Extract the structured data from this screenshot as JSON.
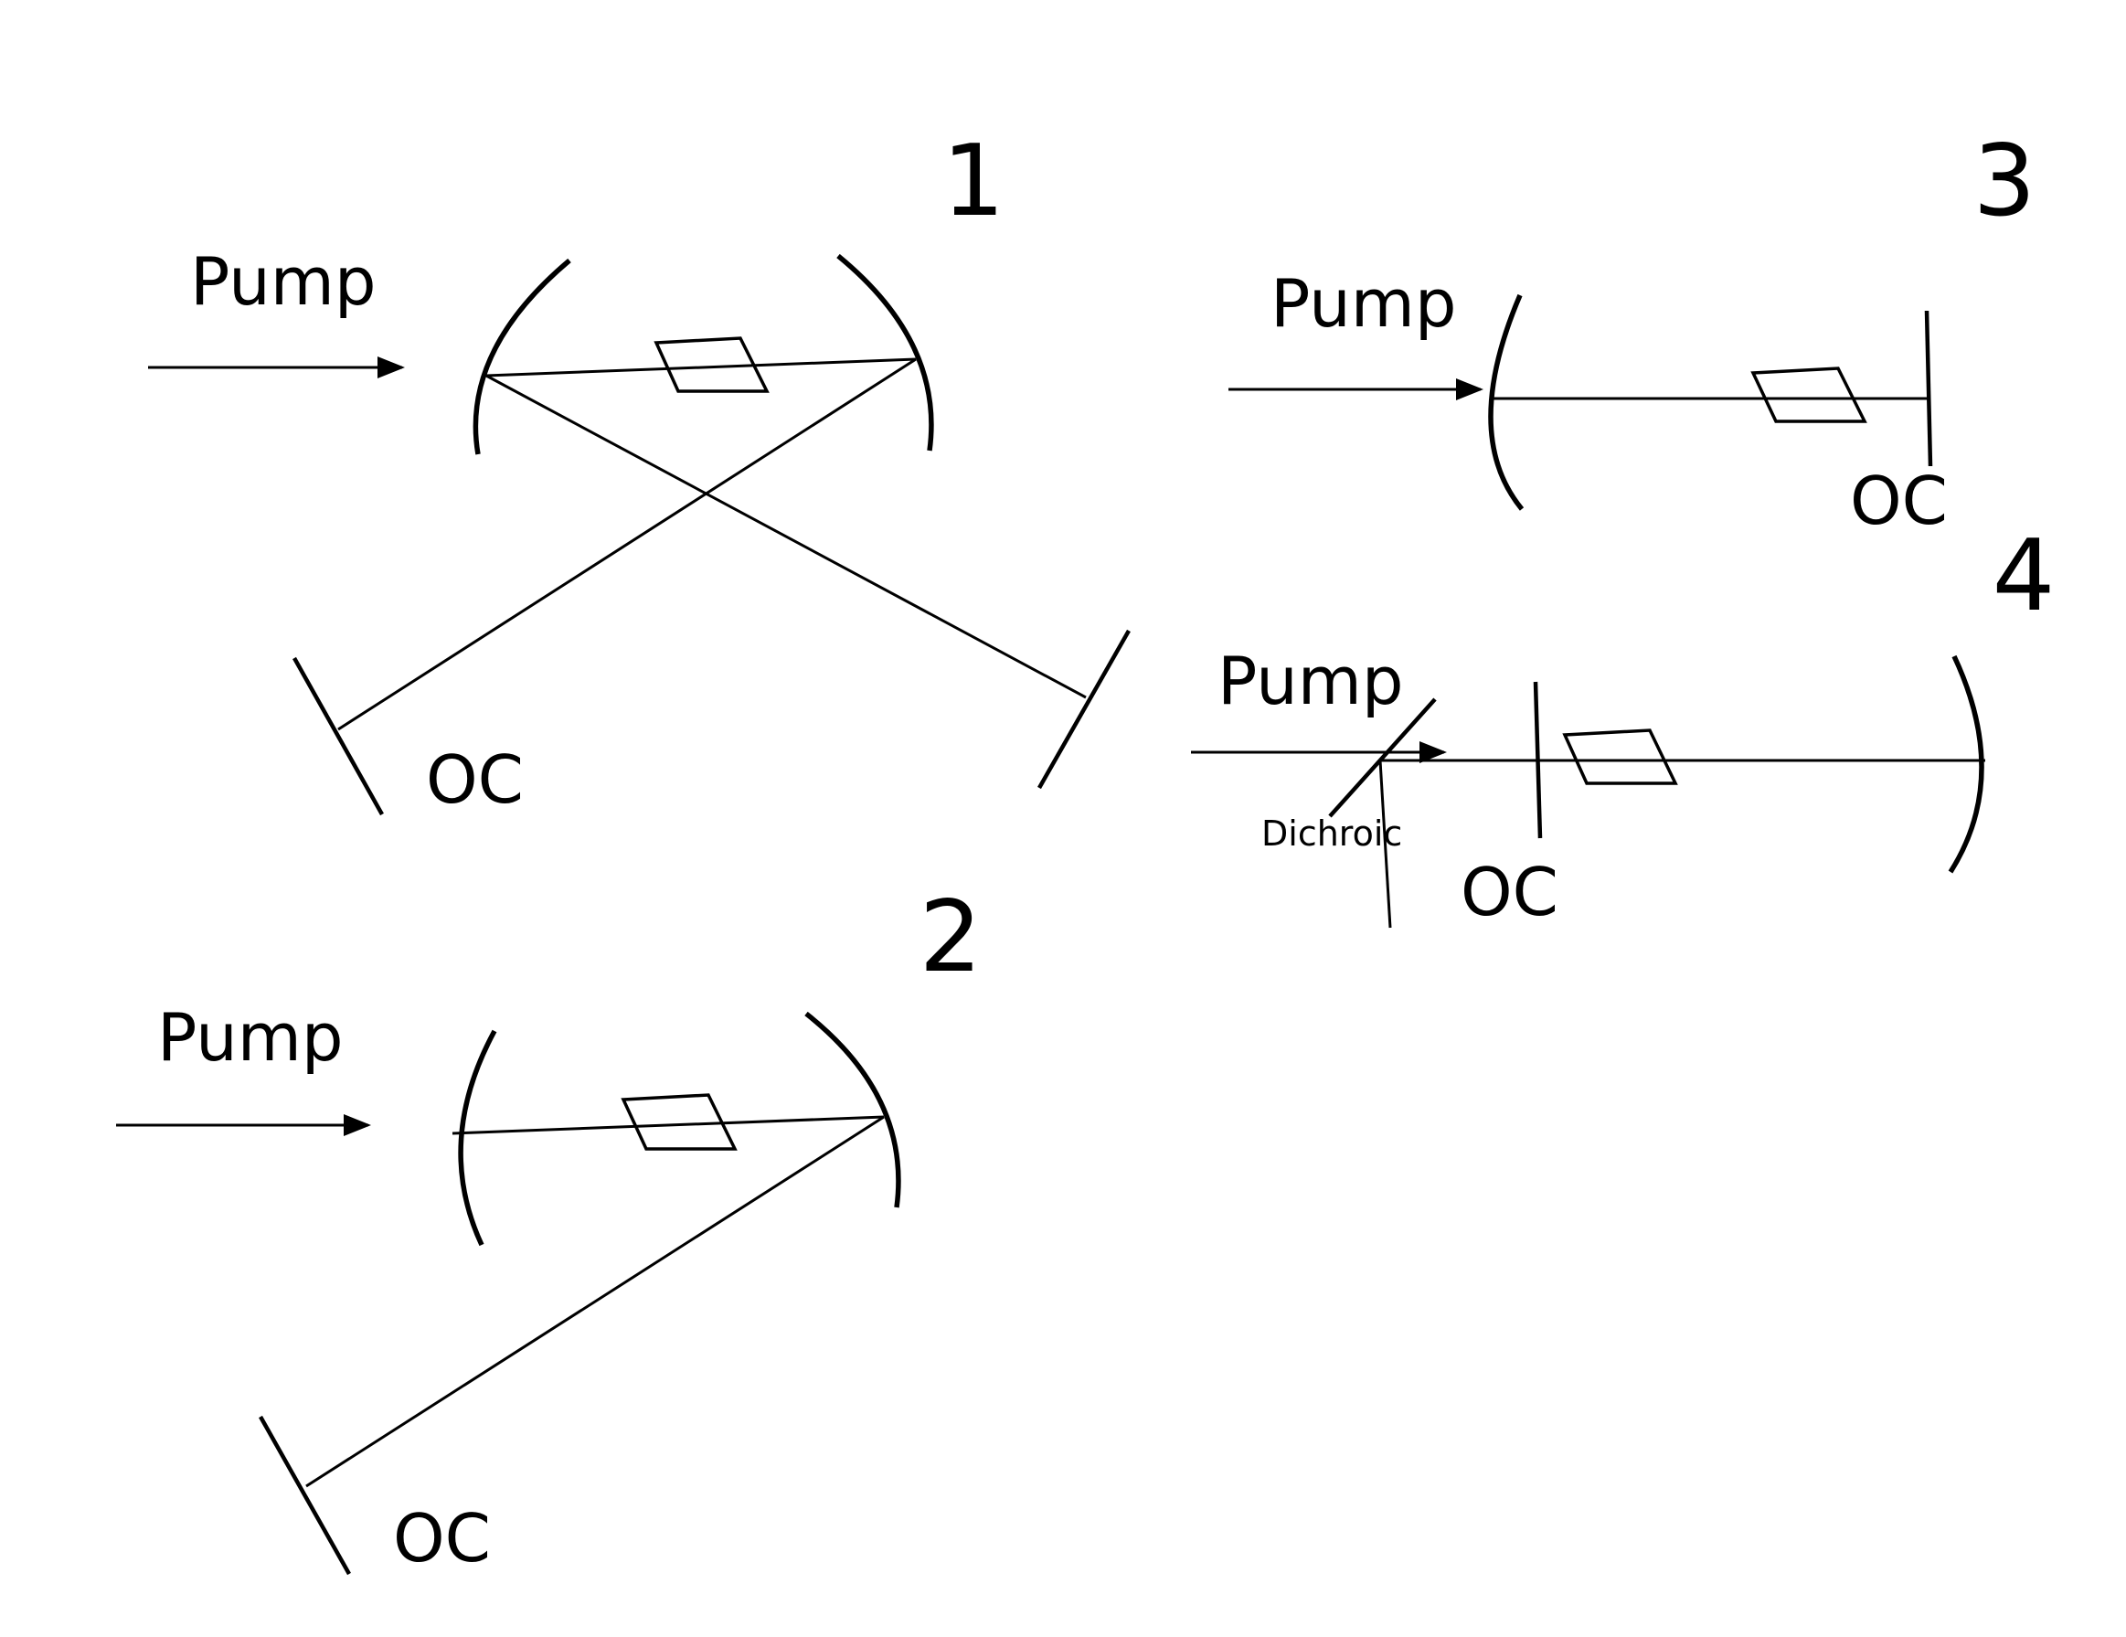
{
  "diagrams": [
    {
      "number": "1",
      "pump_label": "Pump",
      "oc_label": "OC"
    },
    {
      "number": "2",
      "pump_label": "Pump",
      "oc_label": "OC"
    },
    {
      "number": "3",
      "pump_label": "Pump",
      "oc_label": "OC"
    },
    {
      "number": "4",
      "pump_label": "Pump",
      "oc_label": "OC",
      "dichroic_label": "Dichroic"
    }
  ],
  "colors": {
    "line": "#000000",
    "background": "#ffffff"
  }
}
